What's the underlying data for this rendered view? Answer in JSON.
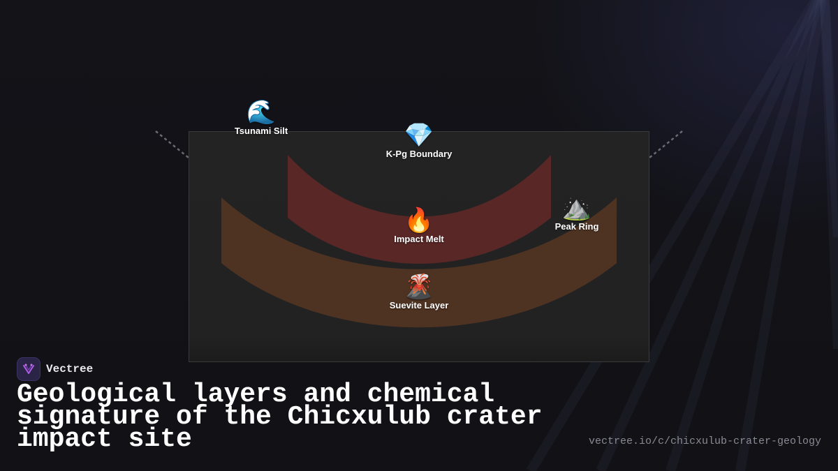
{
  "diagram": {
    "labels": {
      "tsunami_silt": {
        "icon": "🌊",
        "text": "Tsunami Silt"
      },
      "kpg_boundary": {
        "icon": "💎",
        "text": "K-Pg Boundary"
      },
      "impact_melt": {
        "icon": "🔥",
        "text": "Impact Melt"
      },
      "peak_ring": {
        "icon": "⛰️",
        "text": "Peak Ring"
      },
      "suevite_layer": {
        "icon": "🌋",
        "text": "Suevite Layer"
      }
    },
    "colors": {
      "impact_melt_band": "#5a2727",
      "suevite_band": "#4f3322",
      "panel": "#232323"
    }
  },
  "branding": {
    "name": "Vectree",
    "title": "Geological layers and chemical signature of the Chicxulub crater impact site",
    "url": "vectree.io/c/chicxulub-crater-geology"
  }
}
